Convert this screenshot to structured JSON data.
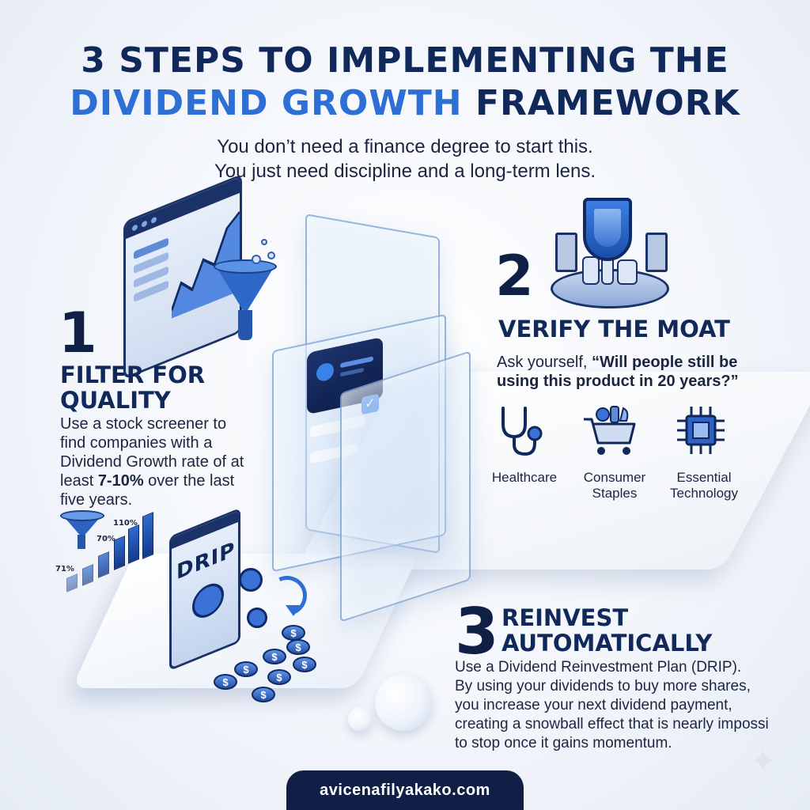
{
  "title": {
    "line1": "3 STEPS TO IMPLEMENTING THE",
    "line2_accent": "DIVIDEND GROWTH",
    "line2_rest": " FRAMEWORK"
  },
  "subtitle": {
    "line1": "You don’t need a finance degree to start this.",
    "line2": "You just need discipline and a long-term lens."
  },
  "step1": {
    "number": "1",
    "heading_line1": "FILTER FOR",
    "heading_line2": "QUALITY",
    "body_pre": "Use a stock screener to find companies with a Dividend Growth rate of at least ",
    "body_bold": "7-10%",
    "body_post": " over the last five years.",
    "mini_chart_labels": [
      "71%",
      "70%",
      "110%"
    ]
  },
  "step2": {
    "number": "2",
    "heading": "VERIFY THE MOAT",
    "body_pre": "Ask yourself, ",
    "body_bold": "“Will people still be using this product in 20 years?”",
    "categories": [
      {
        "label_line1": "Healthcare",
        "label_line2": "",
        "icon": "stethoscope-icon"
      },
      {
        "label_line1": "Consumer",
        "label_line2": "Staples",
        "icon": "shopping-cart-icon"
      },
      {
        "label_line1": "Essential",
        "label_line2": "Technology",
        "icon": "microchip-icon"
      }
    ]
  },
  "step3": {
    "number": "3",
    "heading_line1": "REINVEST",
    "heading_line2": "AUTOMATICALLY",
    "body_lines": [
      "Use a Dividend Reinvestment Plan (DRIP).",
      "By using your dividends to buy more shares,",
      "you increase your next dividend payment,",
      "creating a snowball effect that is nearly impossi",
      "to stop once it gains momentum."
    ],
    "drip_label": "DRIP",
    "coin_symbol": "$"
  },
  "footer": {
    "text": "avicenafilyakako.com"
  },
  "colors": {
    "navy": "#10285a",
    "accent": "#2e6fd6",
    "footer_bg": "#0f1f45"
  }
}
